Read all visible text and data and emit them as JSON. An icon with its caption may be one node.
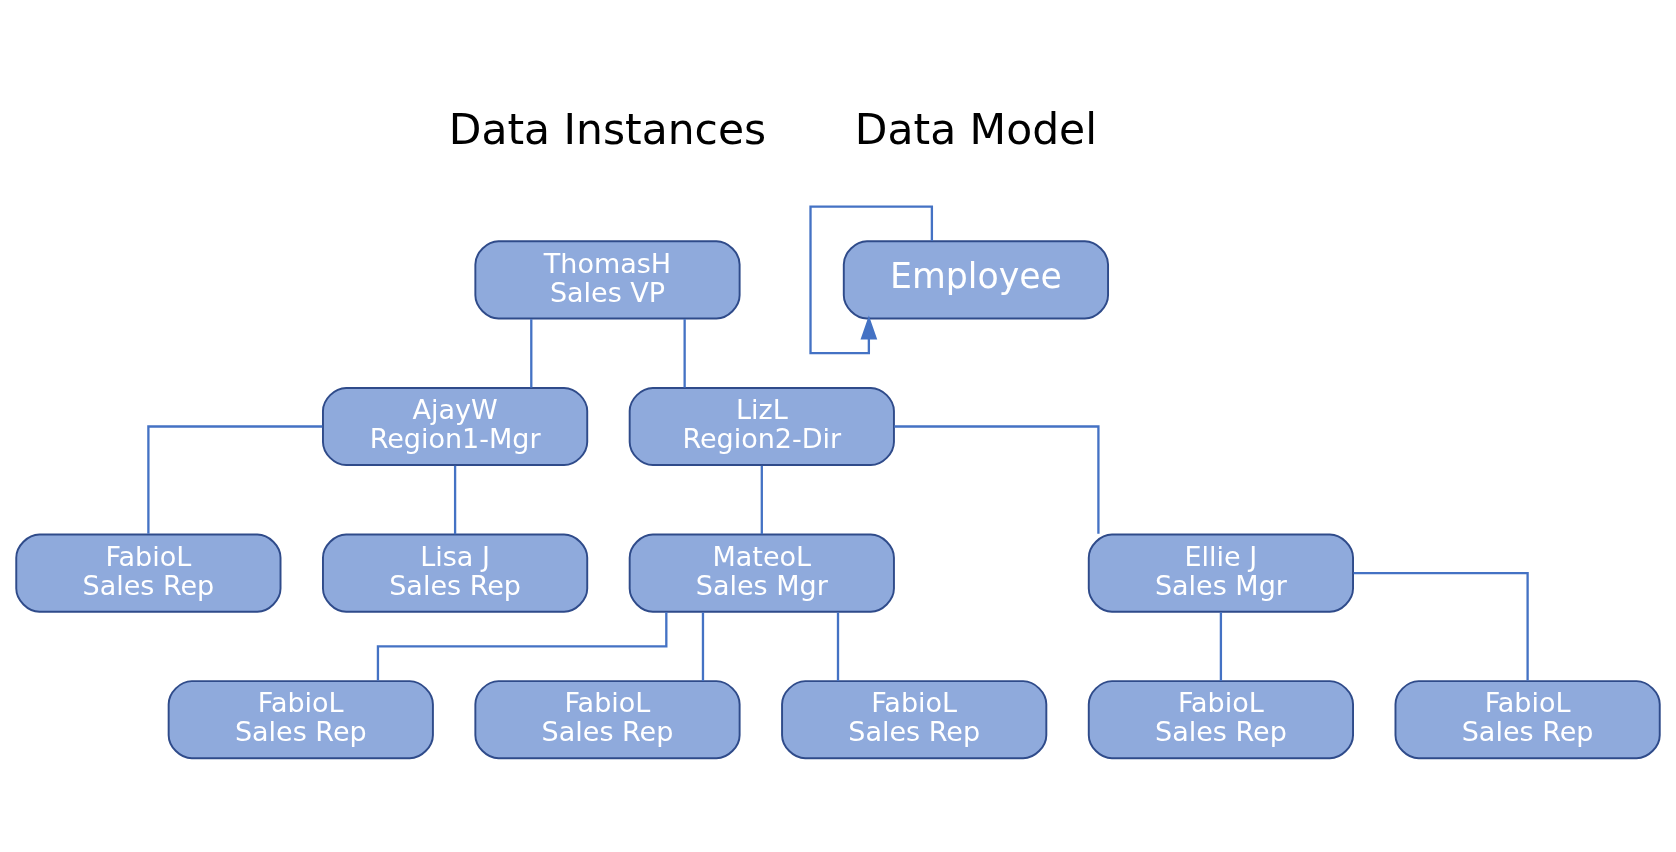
{
  "diagram": {
    "nodes": [
      {
        "text": [
          "ThomasH",
          "Sales VP"
        ]
      },
      {
        "text": [
          "AjayW",
          "Region1-Mgr"
        ]
      },
      {
        "text": [
          "LizL",
          "Region2-Dir"
        ]
      },
      {
        "text": [
          "FabioL",
          "Sales Rep"
        ]
      },
      {
        "text": [
          "Lisa J",
          "Sales Rep"
        ]
      },
      {
        "text": [
          "MateoL",
          "Sales Mgr"
        ]
      },
      {
        "text": [
          "Ellie J",
          "Sales Mgr"
        ]
      },
      {
        "text": [
          "FabioL",
          "Sales Rep"
        ]
      },
      {
        "text": [
          "FabioL",
          "Sales Rep"
        ]
      },
      {
        "text": [
          "FabioL",
          "Sales Rep"
        ]
      },
      {
        "text": [
          "FabioL",
          "Sales Rep"
        ]
      },
      {
        "text": [
          "FabioL",
          "Sales Rep"
        ]
      },
      {
        "text": [
          "Employee"
        ]
      }
    ],
    "edges": [
      {
        "from": 0,
        "to": 1,
        "arrow": "none"
      },
      {
        "from": 0,
        "to": 2,
        "arrow": "none"
      },
      {
        "from": 1,
        "to": 3,
        "arrow": "none"
      },
      {
        "from": 1,
        "to": 4,
        "arrow": "none"
      },
      {
        "from": 2,
        "to": 5,
        "arrow": "none"
      },
      {
        "from": 2,
        "to": 6,
        "arrow": "none"
      },
      {
        "from": 5,
        "to": 7,
        "arrow": "none"
      },
      {
        "from": 5,
        "to": 8,
        "arrow": "none"
      },
      {
        "from": 5,
        "to": 9,
        "arrow": "none"
      },
      {
        "from": 6,
        "to": 10,
        "arrow": "none"
      },
      {
        "from": 6,
        "to": 11,
        "arrow": "none"
      },
      {
        "from": 12,
        "to": 12,
        "arrow": "to"
      }
    ],
    "labels": [
      "Data Instances",
      "Data Model"
    ]
  }
}
